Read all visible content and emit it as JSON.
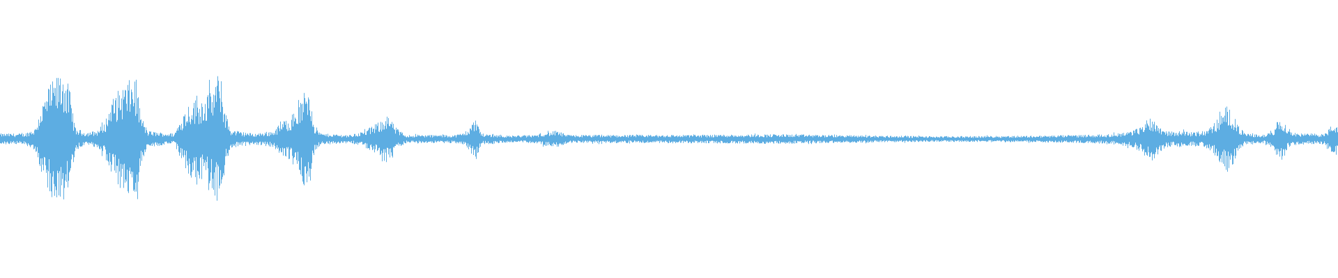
{
  "waveform": {
    "color": "#5DADE2",
    "background": "#ffffff",
    "baseline_amplitude": 0.03,
    "amplitude_envelope": [
      [
        0.0,
        0.04
      ],
      [
        0.018,
        0.04
      ],
      [
        0.026,
        0.08
      ],
      [
        0.03,
        0.22
      ],
      [
        0.036,
        0.38
      ],
      [
        0.042,
        0.45
      ],
      [
        0.047,
        0.52
      ],
      [
        0.052,
        0.35
      ],
      [
        0.056,
        0.08
      ],
      [
        0.064,
        0.05
      ],
      [
        0.072,
        0.06
      ],
      [
        0.078,
        0.12
      ],
      [
        0.083,
        0.28
      ],
      [
        0.09,
        0.38
      ],
      [
        0.096,
        0.42
      ],
      [
        0.101,
        0.47
      ],
      [
        0.105,
        0.18
      ],
      [
        0.11,
        0.06
      ],
      [
        0.118,
        0.05
      ],
      [
        0.13,
        0.04
      ],
      [
        0.136,
        0.18
      ],
      [
        0.142,
        0.28
      ],
      [
        0.15,
        0.3
      ],
      [
        0.158,
        0.36
      ],
      [
        0.164,
        0.5
      ],
      [
        0.168,
        0.22
      ],
      [
        0.172,
        0.07
      ],
      [
        0.182,
        0.05
      ],
      [
        0.19,
        0.04
      ],
      [
        0.204,
        0.06
      ],
      [
        0.21,
        0.12
      ],
      [
        0.218,
        0.18
      ],
      [
        0.225,
        0.28
      ],
      [
        0.23,
        0.42
      ],
      [
        0.235,
        0.1
      ],
      [
        0.24,
        0.04
      ],
      [
        0.262,
        0.03
      ],
      [
        0.272,
        0.06
      ],
      [
        0.28,
        0.1
      ],
      [
        0.289,
        0.18
      ],
      [
        0.296,
        0.08
      ],
      [
        0.303,
        0.03
      ],
      [
        0.34,
        0.03
      ],
      [
        0.347,
        0.05
      ],
      [
        0.351,
        0.09
      ],
      [
        0.355,
        0.15
      ],
      [
        0.36,
        0.04
      ],
      [
        0.38,
        0.025
      ],
      [
        0.4,
        0.03
      ],
      [
        0.408,
        0.05
      ],
      [
        0.416,
        0.06
      ],
      [
        0.424,
        0.03
      ],
      [
        0.5,
        0.03
      ],
      [
        0.58,
        0.035
      ],
      [
        0.7,
        0.02
      ],
      [
        0.78,
        0.025
      ],
      [
        0.83,
        0.035
      ],
      [
        0.846,
        0.06
      ],
      [
        0.852,
        0.09
      ],
      [
        0.86,
        0.17
      ],
      [
        0.866,
        0.1
      ],
      [
        0.872,
        0.06
      ],
      [
        0.878,
        0.05
      ],
      [
        0.884,
        0.07
      ],
      [
        0.89,
        0.05
      ],
      [
        0.9,
        0.06
      ],
      [
        0.906,
        0.1
      ],
      [
        0.912,
        0.18
      ],
      [
        0.918,
        0.26
      ],
      [
        0.924,
        0.12
      ],
      [
        0.93,
        0.04
      ],
      [
        0.945,
        0.03
      ],
      [
        0.952,
        0.08
      ],
      [
        0.957,
        0.18
      ],
      [
        0.962,
        0.08
      ],
      [
        0.97,
        0.04
      ],
      [
        0.99,
        0.04
      ],
      [
        0.995,
        0.1
      ],
      [
        1.0,
        0.12
      ]
    ]
  }
}
